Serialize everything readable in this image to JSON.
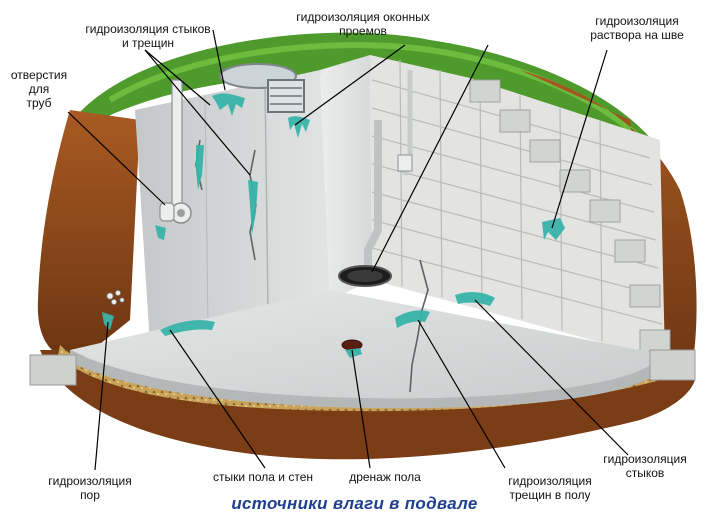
{
  "caption": "источники влаги в подвале",
  "labels": {
    "joints_cracks": "гидроизоляция стыков\nи трещин",
    "window_openings": "гидроизоляция оконных\nпроемов",
    "mortar_seam": "гидроизоляция\nраствора на шве",
    "pipe_holes": "отверстия\nдля\nтруб",
    "pores": "гидроизоляция\nпор",
    "floor_wall_joints": "стыки пола и стен",
    "floor_drain": "дренаж пола",
    "floor_cracks": "гидроизоляция\nтрещин в полу",
    "joints": "гидроизоляция\nстыков"
  },
  "colors": {
    "grass": "#4f9a2c",
    "soil": "#8a4a1f",
    "gravel": "#c9a35a",
    "concrete": "#d9dcdc",
    "block": "#e3e4e1",
    "sealant": "#38b3a9",
    "caption": "#1f3f8f"
  }
}
